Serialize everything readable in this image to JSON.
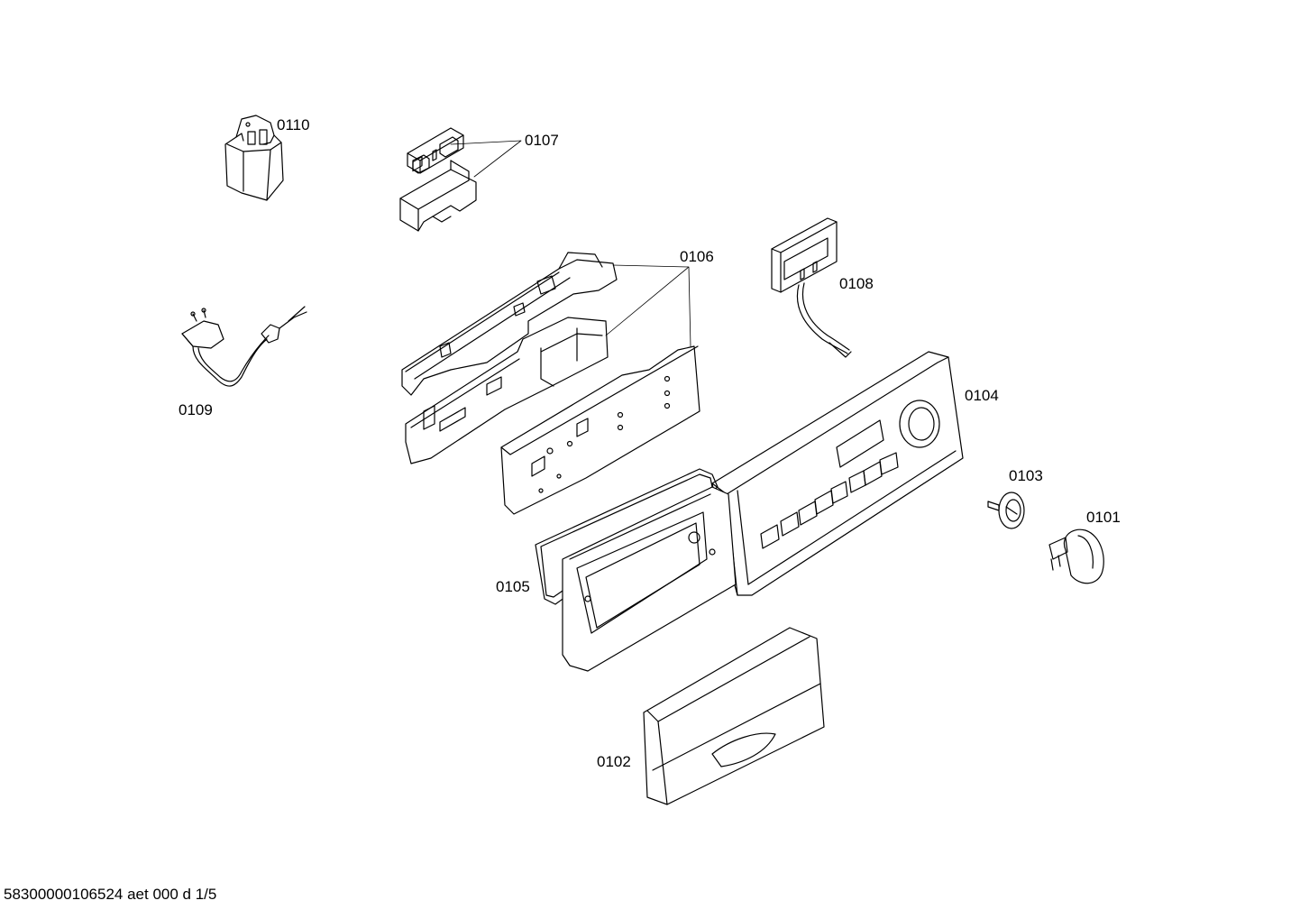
{
  "diagram": {
    "parts": [
      {
        "id": "p0110",
        "label": "0110",
        "name": "interference-suppressor"
      },
      {
        "id": "p0107",
        "label": "0107",
        "name": "module-with-bracket"
      },
      {
        "id": "p0106",
        "label": "0106",
        "name": "control-module-set"
      },
      {
        "id": "p0108",
        "label": "0108",
        "name": "display-board-with-cable"
      },
      {
        "id": "p0109",
        "label": "0109",
        "name": "power-cord"
      },
      {
        "id": "p0104",
        "label": "0104",
        "name": "fascia-panel"
      },
      {
        "id": "p0103",
        "label": "0103",
        "name": "knob-insert"
      },
      {
        "id": "p0101",
        "label": "0101",
        "name": "programme-knob"
      },
      {
        "id": "p0105",
        "label": "0105",
        "name": "dispenser-frame-with-seal"
      },
      {
        "id": "p0102",
        "label": "0102",
        "name": "dispenser-handle"
      }
    ],
    "colors": {
      "line": "#000000",
      "background": "#ffffff"
    }
  },
  "footer": {
    "code": "58300000106524 aet 000 d 1/5"
  }
}
